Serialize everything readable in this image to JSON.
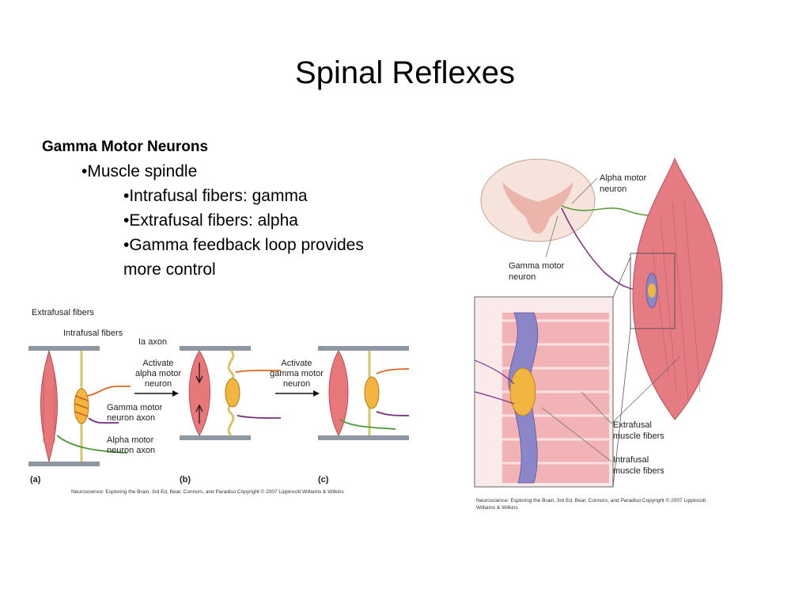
{
  "slide": {
    "title": "Spinal Reflexes",
    "heading": "Gamma Motor Neurons",
    "bullets": [
      "•Muscle spindle",
      "•Intrafusal fibers: gamma",
      "•Extrafusal fibers: alpha",
      "•Gamma feedback loop provides",
      "more control"
    ]
  },
  "figure_left": {
    "labels": {
      "extrafusal": "Extrafusal fibers",
      "intrafusal": "Intrafusal fibers",
      "ia_axon": "Ia axon",
      "activate_alpha_1": "Activate",
      "activate_alpha_2": "alpha motor",
      "activate_alpha_3": "neuron",
      "activate_gamma_1": "Activate",
      "activate_gamma_2": "gamma motor",
      "activate_gamma_3": "neuron",
      "gamma_axon_1": "Gamma motor",
      "gamma_axon_2": "neuron axon",
      "alpha_axon_1": "Alpha motor",
      "alpha_axon_2": "neuron axon",
      "panel_a": "(a)",
      "panel_b": "(b)",
      "panel_c": "(c)"
    },
    "caption": "Neuroscience: Exploring the Brain, 3rd Ed, Bear, Connors, and Paradiso Copyright © 2007 Lippincott Williams & Wilkins"
  },
  "figure_right": {
    "labels": {
      "alpha_1": "Alpha motor",
      "alpha_2": "neuron",
      "gamma_1": "Gamma motor",
      "gamma_2": "neuron",
      "extrafusal_1": "Extrafusal",
      "extrafusal_2": "muscle fibers",
      "intrafusal_1": "Intrafusal",
      "intrafusal_2": "muscle fibers"
    },
    "caption_1": "Neuroscience: Exploring the Brain, 3rd Ed, Bear, Connors, and Paradiso Copyright © 2007 Lippincott",
    "caption_2": "Williams & Wilkins"
  }
}
